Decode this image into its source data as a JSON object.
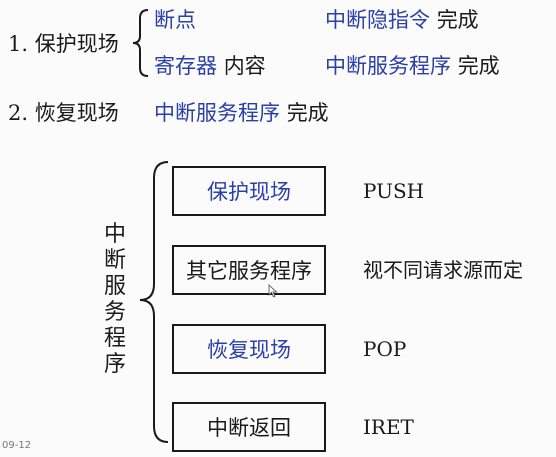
{
  "section1": {
    "label": "1. 保护现场",
    "rows": [
      {
        "item": "断点",
        "action": "中断隐指令",
        "status": "完成"
      },
      {
        "item": "寄存器",
        "item_suffix": "内容",
        "action": "中断服务程序",
        "status": "完成"
      }
    ]
  },
  "section2": {
    "label": "2. 恢复现场",
    "action": "中断服务程序",
    "status": "完成"
  },
  "diagram": {
    "vertical_label": [
      "中",
      "断",
      "服",
      "务",
      "程",
      "序"
    ],
    "steps": [
      {
        "label": "保护现场",
        "note": "PUSH",
        "label_color": "blue"
      },
      {
        "label": "其它服务程序",
        "note": "视不同请求源而定",
        "label_color": "black"
      },
      {
        "label": "恢复现场",
        "note": "POP",
        "label_color": "blue"
      },
      {
        "label": "中断返回",
        "note": "IRET",
        "label_color": "black"
      }
    ]
  },
  "footer": {
    "page": "09-12"
  },
  "colors": {
    "blue_text": "#2b3fa8",
    "black_text": "#1a1a1a",
    "background": "#fbfbfb"
  }
}
